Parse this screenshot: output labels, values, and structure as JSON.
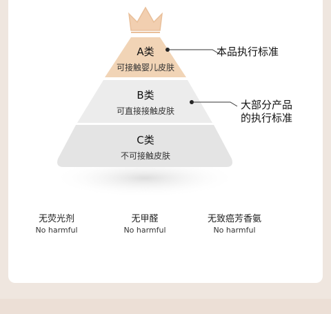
{
  "pyramid": {
    "tiers": [
      {
        "title": "A类",
        "subtitle": "可接触婴儿皮肤",
        "color": "#f1d4b6"
      },
      {
        "title": "B类",
        "subtitle": "可直接接触皮肤",
        "color": "#ececec"
      },
      {
        "title": "C类",
        "subtitle": "不可接触皮肤",
        "color": "#e4e4e4"
      }
    ],
    "crown_color": "#f2cfb0"
  },
  "callouts": [
    {
      "text": "本品执行标准"
    },
    {
      "text_line1": "大部分产品",
      "text_line2": "的执行标准"
    }
  ],
  "features": [
    {
      "name": "无荧光剂",
      "sub": "No harmful"
    },
    {
      "name": "无甲醛",
      "sub": "No harmful"
    },
    {
      "name": "无致癌芳香氨",
      "sub": "No harmful"
    }
  ]
}
